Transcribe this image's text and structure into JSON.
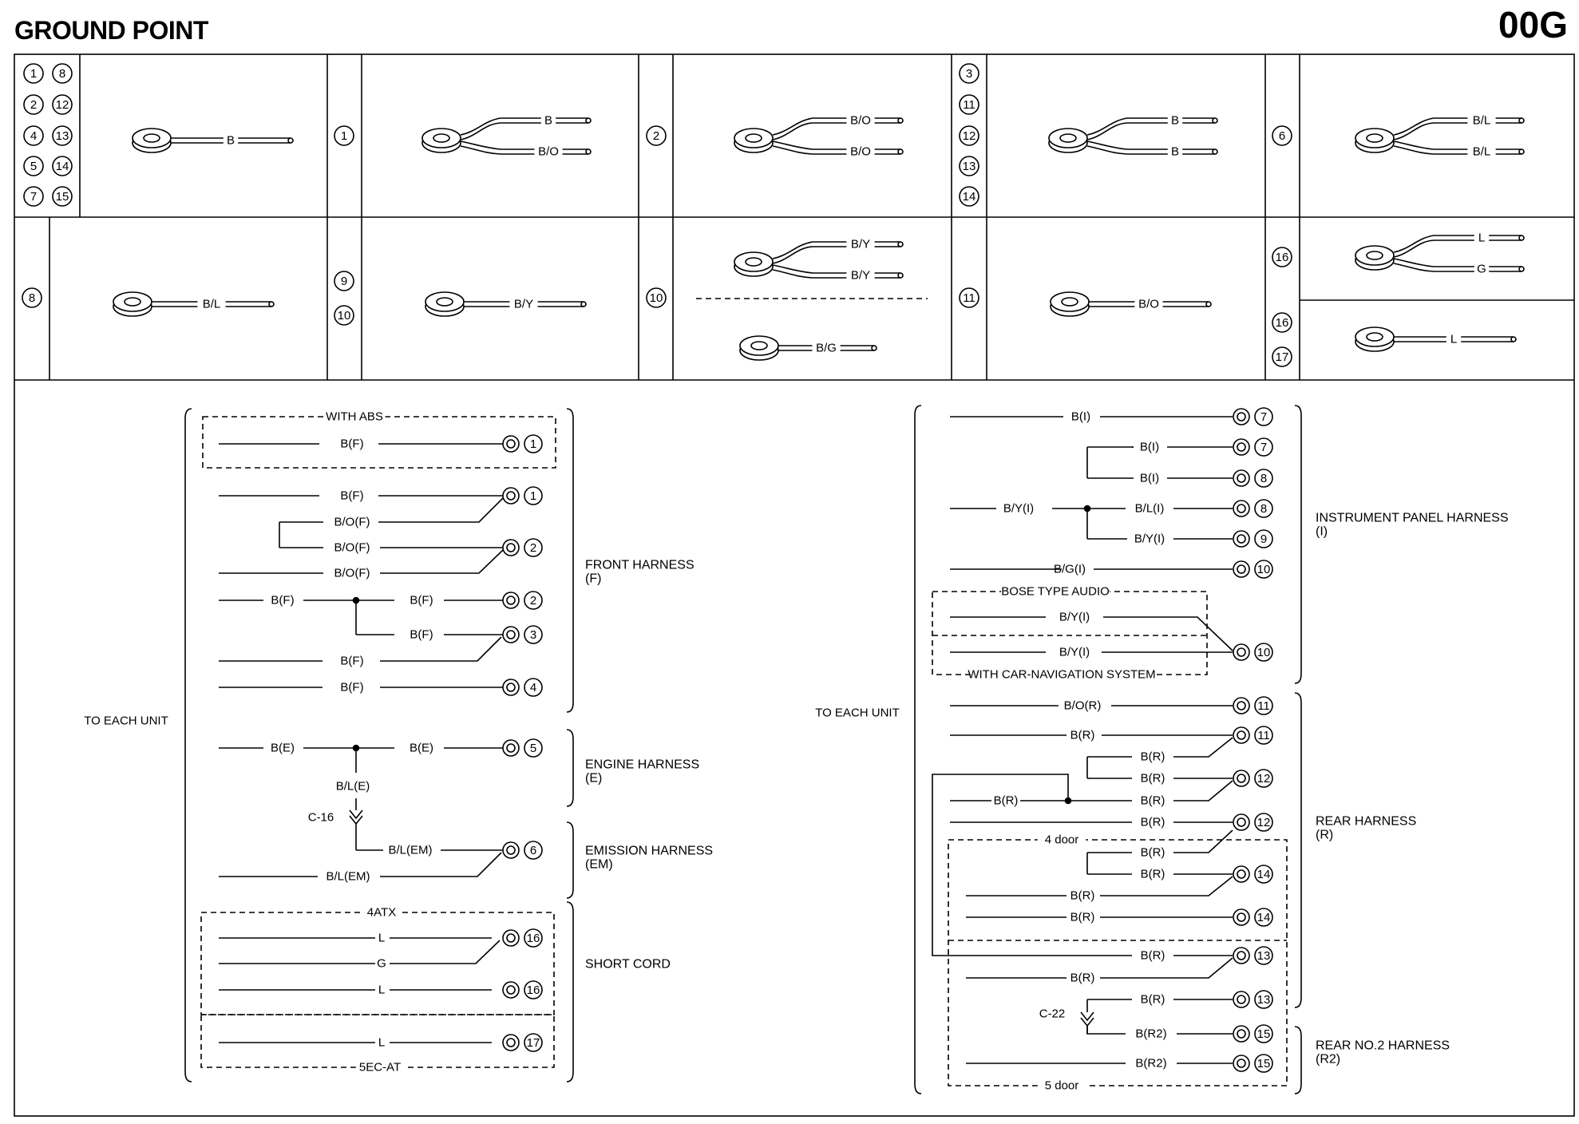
{
  "header": {
    "title": "GROUND POINT",
    "code": "00G"
  },
  "terminal_table": {
    "row1": [
      {
        "nums": [
          "1",
          "8",
          "2",
          "12",
          "4",
          "13",
          "5",
          "14",
          "7",
          "15"
        ],
        "wires": [
          "B"
        ]
      },
      {
        "nums": [
          "1"
        ],
        "wires": [
          "B",
          "B/O"
        ]
      },
      {
        "nums": [
          "2"
        ],
        "wires": [
          "B/O",
          "B/O"
        ]
      },
      {
        "nums": [
          "3",
          "11",
          "12",
          "13",
          "14"
        ],
        "wires": [
          "B",
          "B"
        ]
      },
      {
        "nums": [
          "6"
        ],
        "wires": [
          "B/L",
          "B/L"
        ]
      }
    ],
    "row2": [
      {
        "nums": [
          "8"
        ],
        "wires": [
          "B/L"
        ]
      },
      {
        "nums": [
          "9",
          "10"
        ],
        "wires": [
          "B/Y"
        ]
      },
      {
        "nums": [
          "10"
        ],
        "top_wires": [
          "B/Y",
          "B/Y"
        ],
        "bottom_wires": [
          "B/G"
        ]
      },
      {
        "nums": [
          "11"
        ],
        "wires": [
          "B/O"
        ]
      },
      {
        "top_nums": [
          "16"
        ],
        "top_wires": [
          "L",
          "G"
        ],
        "bottom_nums": [
          "16",
          "17"
        ],
        "bottom_wires": [
          "L"
        ]
      }
    ]
  },
  "left_diagram": {
    "to_each_unit": "TO EACH UNIT",
    "with_abs": "WITH ABS",
    "abs_row": {
      "wire": "B(F)",
      "num": "1"
    },
    "front_rows": [
      {
        "wire": "B(F)",
        "num": "1"
      },
      {
        "wire": "B/O(F)"
      },
      {
        "wire": "B/O(F)",
        "num": "2"
      },
      {
        "wire": "B/O(F)"
      },
      {
        "left": "B(F)",
        "wire": "B(F)",
        "num": "2"
      },
      {
        "wire": "B(F)",
        "num": "3"
      },
      {
        "wire": "B(F)"
      },
      {
        "wire": "B(F)",
        "num": "4"
      }
    ],
    "engine_rows": [
      {
        "left": "B(E)",
        "wire": "B(E)",
        "num": "5"
      },
      {
        "branch": "B/L(E)",
        "connector": "C-16"
      }
    ],
    "emission_rows": [
      {
        "wire": "B/L(EM)",
        "num": "6"
      },
      {
        "wire": "B/L(EM)"
      }
    ],
    "opt_4atx": "4ATX",
    "opt_5ec": "5EC-AT",
    "cord_rows": [
      {
        "wire": "L",
        "num": "16"
      },
      {
        "wire": "G"
      },
      {
        "wire": "L",
        "num": "16"
      },
      {
        "wire": "L",
        "num": "17"
      }
    ],
    "harness_front": "FRONT HARNESS",
    "harness_front_code": "(F)",
    "harness_engine": "ENGINE HARNESS",
    "harness_engine_code": "(E)",
    "harness_emission": "EMISSION HARNESS",
    "harness_emission_code": "(EM)",
    "harness_cord": "SHORT CORD"
  },
  "right_diagram": {
    "to_each_unit": "TO EACH UNIT",
    "ip_rows": [
      {
        "wire": "B(I)",
        "num": "7"
      },
      {
        "wire": "B(I)",
        "num": "7"
      },
      {
        "wire": "B(I)",
        "num": "8"
      },
      {
        "left": "B/Y(I)",
        "wire": "B/L(I)",
        "num": "8"
      },
      {
        "wire": "B/Y(I)",
        "num": "9"
      },
      {
        "wire": "B/G(I)",
        "num": "10"
      },
      {
        "wire": "B/Y(I)"
      },
      {
        "wire": "B/Y(I)",
        "num": "10"
      }
    ],
    "bose": "BOSE TYPE AUDIO",
    "carnav": "WITH CAR-NAVIGATION SYSTEM",
    "rear_rows": [
      {
        "wire": "B/O(R)",
        "num": "11"
      },
      {
        "wire": "B(R)",
        "num": "11"
      },
      {
        "wire": "B(R)"
      },
      {
        "wire": "B(R)",
        "num": "12"
      },
      {
        "left": "B(R)",
        "wire": "B(R)"
      },
      {
        "wire": "B(R)",
        "num": "12"
      },
      {
        "wire": "B(R)"
      },
      {
        "wire": "B(R)",
        "num": "14"
      },
      {
        "wire": "B(R)"
      },
      {
        "wire": "B(R)",
        "num": "14"
      },
      {
        "wire": "B(R)",
        "num": "13"
      },
      {
        "wire": "B(R)"
      },
      {
        "wire": "B(R)",
        "num": "13"
      }
    ],
    "door4": "4 door",
    "door5": "5 door",
    "connector": "C-22",
    "r2_rows": [
      {
        "wire": "B(R2)",
        "num": "15"
      },
      {
        "wire": "B(R2)",
        "num": "15"
      }
    ],
    "harness_ip": "INSTRUMENT PANEL HARNESS",
    "harness_ip_code": "(I)",
    "harness_rear": "REAR HARNESS",
    "harness_rear_code": "(R)",
    "harness_r2": "REAR NO.2 HARNESS",
    "harness_r2_code": "(R2)"
  }
}
